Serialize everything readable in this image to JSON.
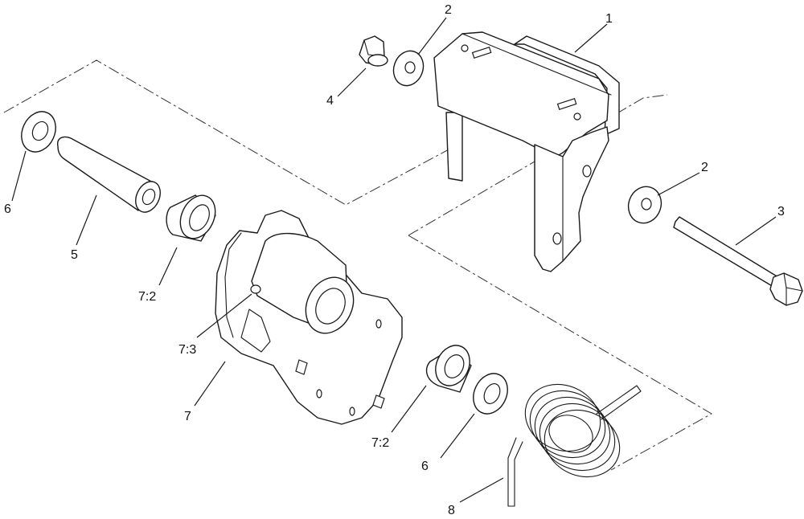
{
  "callouts": [
    {
      "label": "1"
    },
    {
      "label": "2"
    },
    {
      "label": "2"
    },
    {
      "label": "3"
    },
    {
      "label": "4"
    },
    {
      "label": "5"
    },
    {
      "label": "6"
    },
    {
      "label": "6"
    },
    {
      "label": "7:2"
    },
    {
      "label": "7:2"
    },
    {
      "label": "7:3"
    },
    {
      "label": "7"
    },
    {
      "label": "8"
    }
  ]
}
